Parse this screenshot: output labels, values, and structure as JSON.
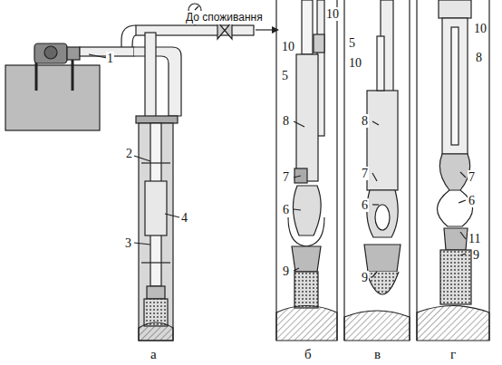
{
  "diagram": {
    "labels": [
      "До споживання",
      "1",
      "2",
      "4",
      "3",
      "а",
      "10",
      "10",
      "5",
      "8",
      "7",
      "6",
      "9",
      "б",
      "5",
      "10",
      "8",
      "7",
      "6",
      "9",
      "в",
      "10",
      "8",
      "7",
      "6",
      "11",
      "9",
      "г"
    ]
  }
}
